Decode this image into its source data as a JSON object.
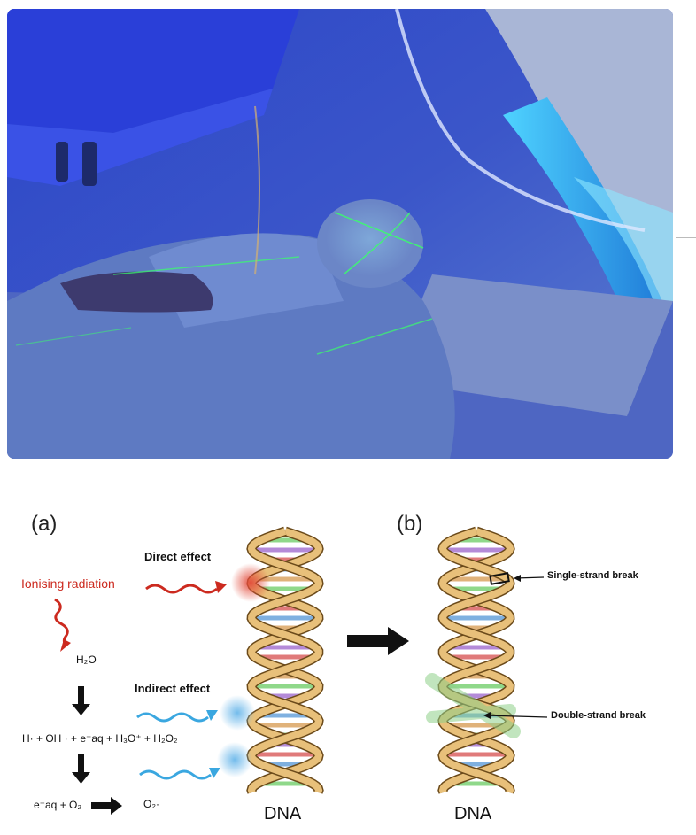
{
  "photo": {
    "description_icon": "radiotherapy-photo"
  },
  "diagram": {
    "panel_a_label": "(a)",
    "panel_b_label": "(b)",
    "ionising_radiation": "Ionising radiation",
    "direct_effect": "Direct effect",
    "indirect_effect": "Indirect effect",
    "water": "H₂O",
    "radiolysis_products": "H· + OH · + e⁻aq + H₃O⁺ + H₂O₂",
    "superoxide_reactants": "e⁻aq + O₂",
    "superoxide_product": "O₂·",
    "single_strand_break": "Single-strand break",
    "double_strand_break": "Double-strand break",
    "dna_label_left": "DNA",
    "dna_label_right": "DNA"
  },
  "colors": {
    "radiation_red": "#cc2a1f",
    "indirect_blue": "#3aa7e0",
    "helix_tan": "#e8c07a",
    "helix_outline": "#6b4a1a"
  }
}
